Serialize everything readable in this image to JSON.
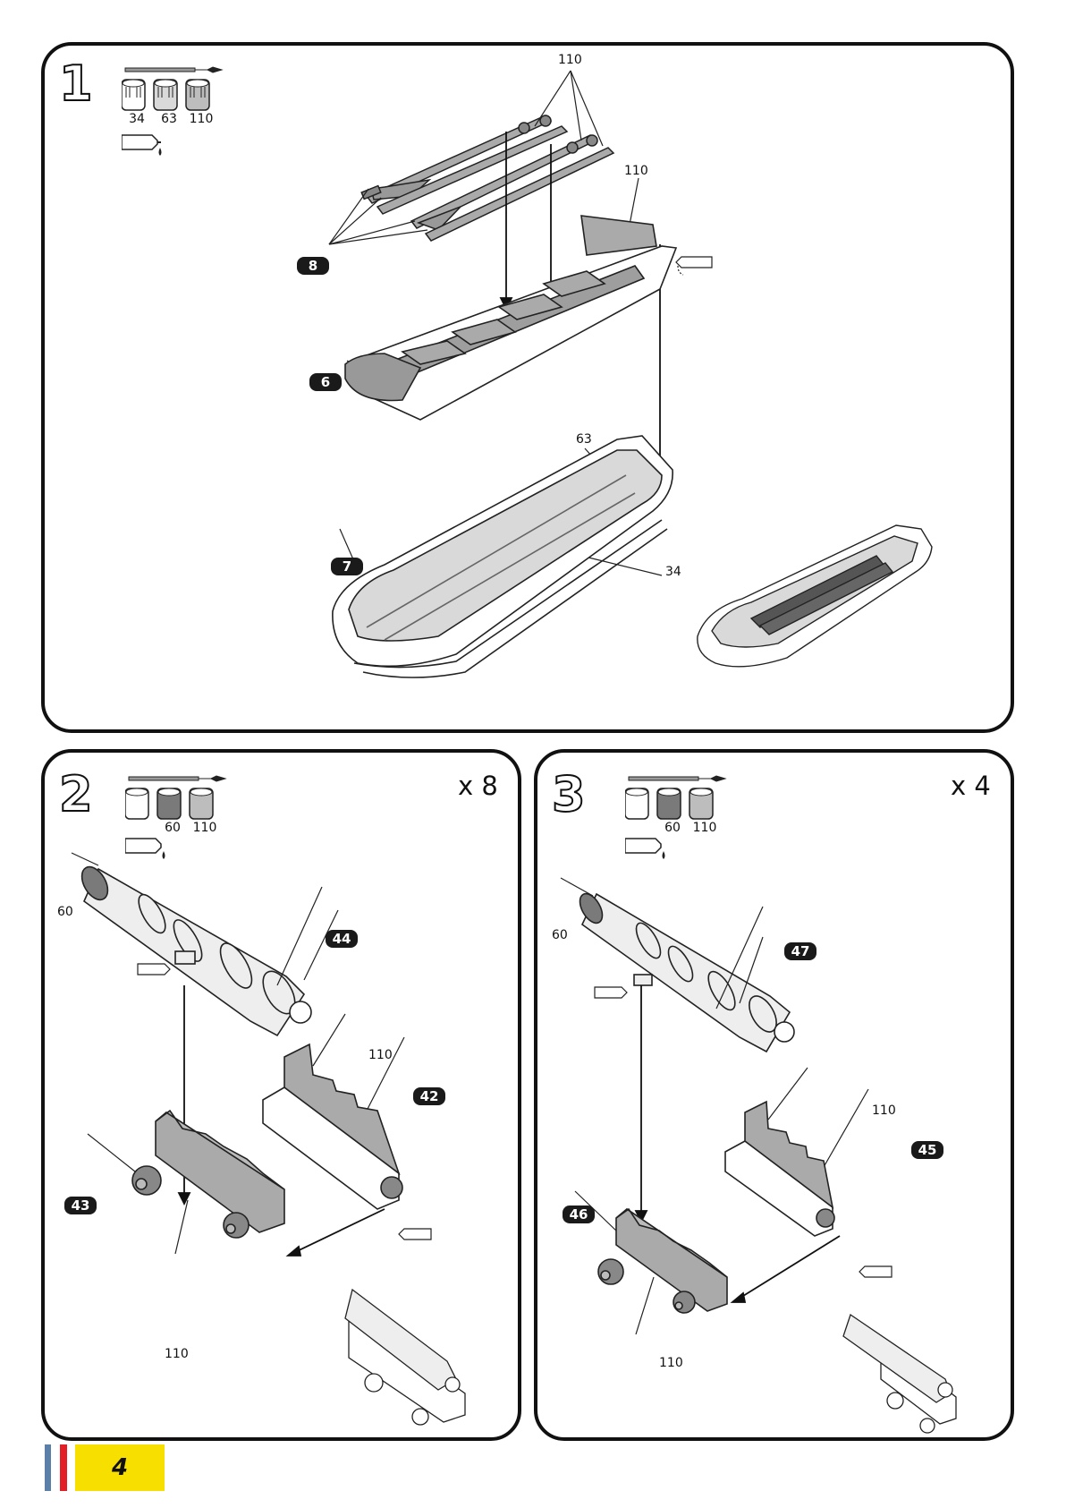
{
  "page_number": "4",
  "steps": [
    {
      "number": "1",
      "multiplier": "",
      "paints": [
        "34",
        "63",
        "110"
      ],
      "callouts": {
        "oars": "110",
        "thwarts": "110",
        "inner_hull": "63",
        "outer_hull": "34"
      },
      "tags": {
        "oars": "8",
        "thwarts": "6",
        "hull": "7"
      }
    },
    {
      "number": "2",
      "multiplier": "x 8",
      "paints": [
        "",
        "60",
        "110"
      ],
      "callouts": {
        "muzzle": "60",
        "bracket": "110",
        "carriage": "110"
      },
      "tags": {
        "barrel": "44",
        "bracket": "42",
        "carriage": "43"
      }
    },
    {
      "number": "3",
      "multiplier": "x 4",
      "paints": [
        "",
        "60",
        "110"
      ],
      "callouts": {
        "muzzle": "60",
        "bracket": "110",
        "carriage": "110"
      },
      "tags": {
        "barrel": "47",
        "bracket": "45",
        "carriage": "46"
      }
    }
  ],
  "colors": {
    "paint_34": "#ffffff",
    "paint_63": "#d9d9d9",
    "paint_60": "#7a7a7a",
    "paint_110": "#bdbdbd",
    "accent_yellow": "#f7e000",
    "accent_red": "#e31e24",
    "accent_blue": "#5b7fa8"
  },
  "icons": [
    "paintbrush-icon",
    "paint-pot-icon",
    "glue-tube-icon"
  ]
}
